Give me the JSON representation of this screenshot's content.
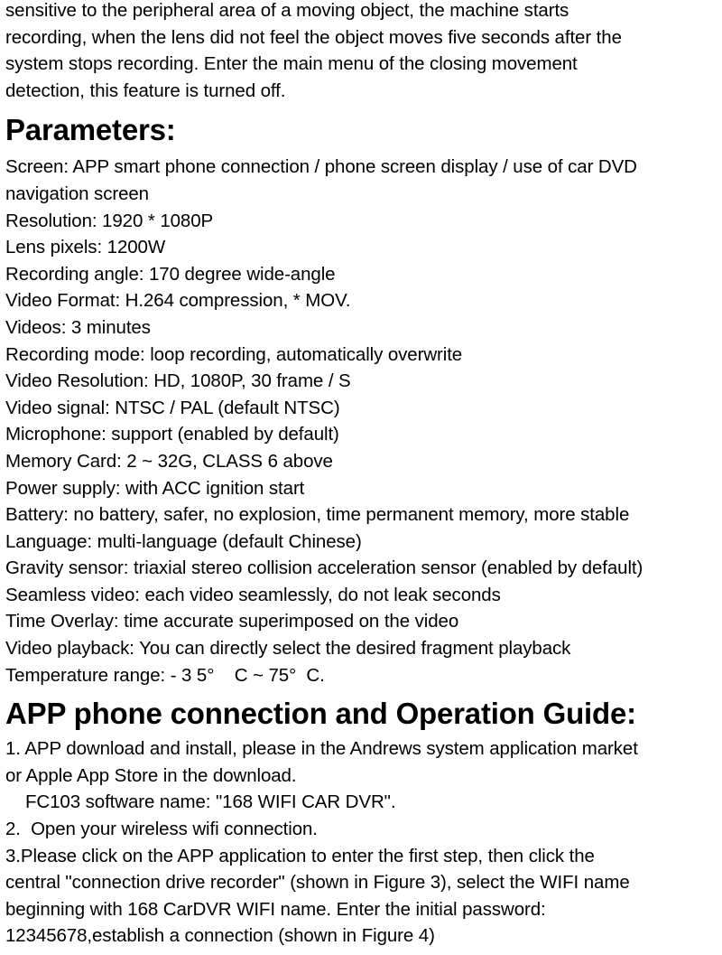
{
  "intro_lines": [
    "sensitive to the peripheral area of a moving object, the machine starts",
    "recording, when the lens did not feel the object moves five seconds after the",
    "system stops recording. Enter the main menu of the closing movement",
    "detection, this feature is turned off."
  ],
  "parameters": {
    "heading": "Parameters:",
    "lines": [
      "Screen: APP smart phone connection / phone screen display / use of car DVD",
      "navigation screen",
      "Resolution: 1920 * 1080P",
      "Lens pixels: 1200W",
      "Recording angle: 170 degree wide-angle",
      "Video Format: H.264 compression, * MOV.",
      "Videos: 3 minutes",
      "Recording mode: loop recording, automatically overwrite",
      "Video Resolution: HD, 1080P, 30 frame / S",
      "Video signal: NTSC / PAL (default NTSC)",
      "Microphone: support (enabled by default)",
      "Memory Card: 2 ~ 32G, CLASS 6 above",
      "Power supply: with ACC ignition start",
      "Battery: no battery, safer, no explosion, time permanent memory, more stable",
      "Language: multi-language (default Chinese)",
      "Gravity sensor: triaxial stereo collision acceleration sensor (enabled by default)",
      "Seamless video: each video seamlessly, do not leak seconds",
      "Time Overlay: time accurate superimposed on the video",
      "Video playback: You can directly select the desired fragment playback",
      "Temperature range: - 3 5°    C ~ 75°  C."
    ]
  },
  "guide": {
    "heading": "APP phone connection and Operation Guide:",
    "lines": [
      "1. APP download and install, please in the Andrews system application market",
      "or Apple App Store in the download.",
      "FC103 software name: \"168 WIFI CAR DVR\".",
      "2.  Open your wireless wifi connection.",
      "3.Please click on the APP application to enter the first step, then click the",
      "central \"connection drive recorder\" (shown in Figure 3), select the WIFI name",
      "beginning with 168 CarDVR WIFI name. Enter the initial password:",
      "12345678,establish a connection (shown in Figure 4)"
    ]
  }
}
